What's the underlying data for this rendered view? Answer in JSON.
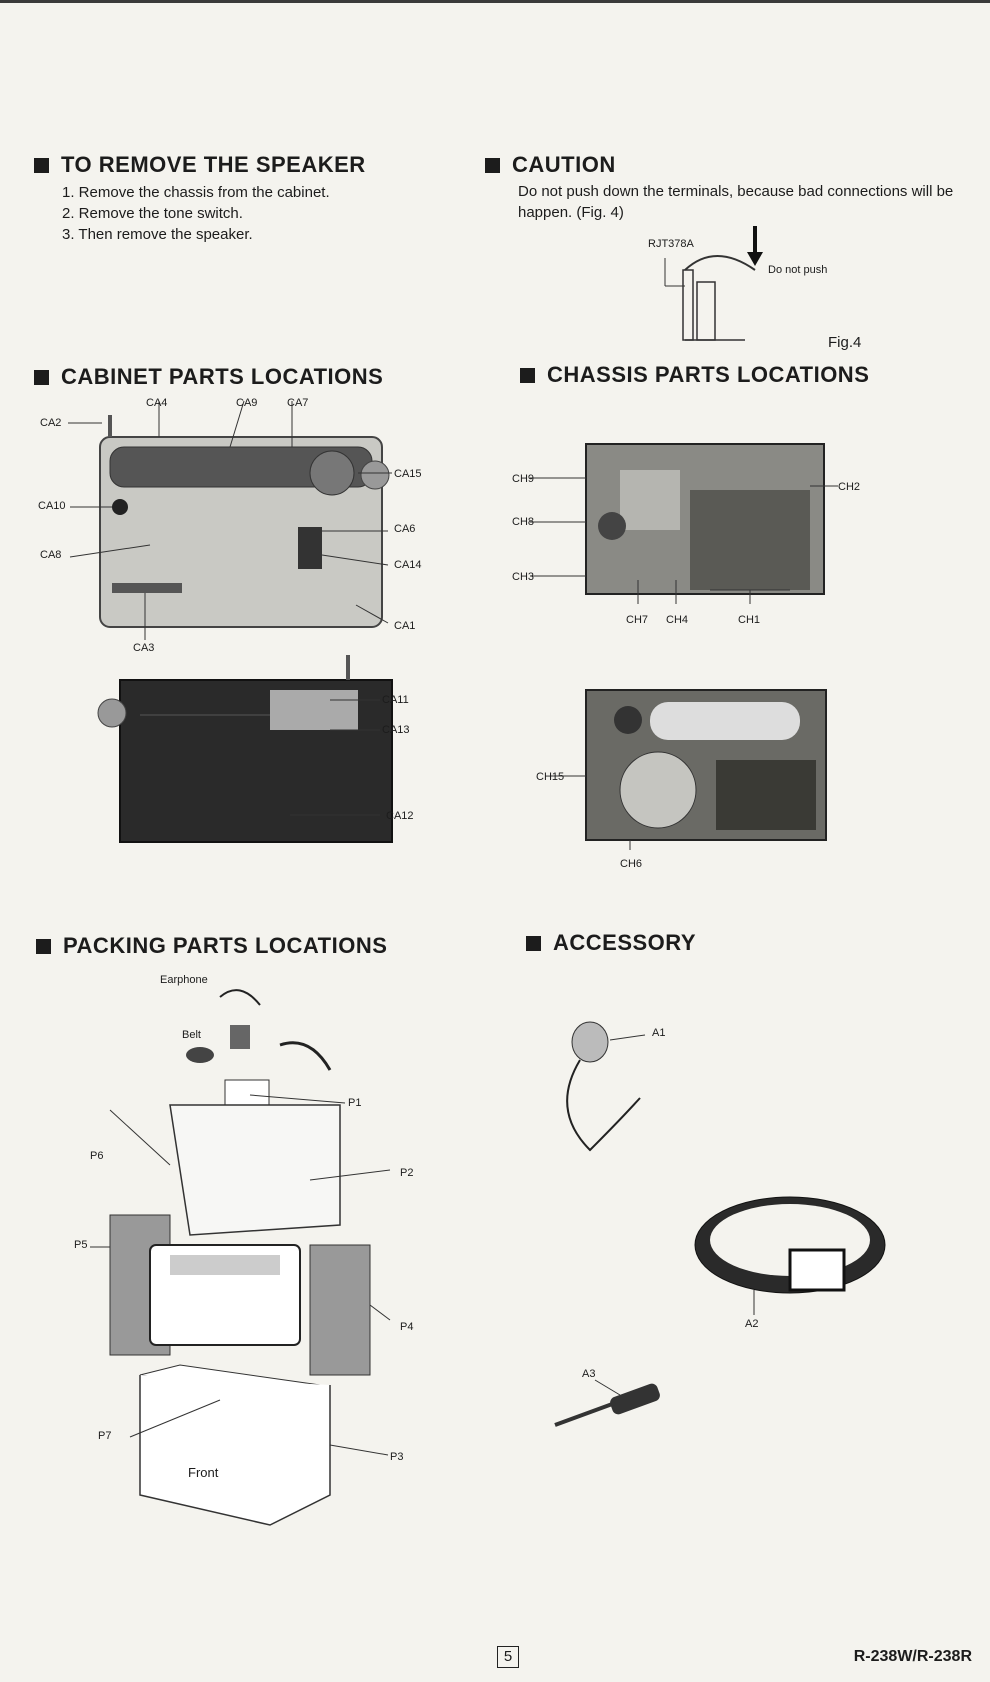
{
  "speaker": {
    "heading": "TO REMOVE THE SPEAKER",
    "steps": [
      "1. Remove the chassis from the cabinet.",
      "2. Remove the tone switch.",
      "3. Then remove the speaker."
    ]
  },
  "caution": {
    "heading": "CAUTION",
    "text": "Do not push down the terminals, because bad connections will be happen. (Fig. 4)",
    "part": "RJT378A",
    "note": "Do not push",
    "fig": "Fig.4"
  },
  "cabinet": {
    "heading": "CABINET PARTS LOCATIONS",
    "labels": [
      "CA2",
      "CA4",
      "CA9",
      "CA7",
      "CA15",
      "CA10",
      "CA6",
      "CA8",
      "CA14",
      "CA1",
      "CA3",
      "CA11",
      "CA13",
      "CA12"
    ]
  },
  "chassis": {
    "heading": "CHASSIS PARTS LOCATIONS",
    "labels": [
      "CH9",
      "CH2",
      "CH8",
      "CH3",
      "CH7",
      "CH4",
      "CH1",
      "CH15",
      "CH6"
    ]
  },
  "packing": {
    "heading": "PACKING PARTS LOCATIONS",
    "labels": [
      "Earphone",
      "Belt",
      "P1",
      "P2",
      "P6",
      "P5",
      "P4",
      "P7",
      "P3",
      "Front"
    ]
  },
  "accessory": {
    "heading": "ACCESSORY",
    "labels": [
      "A1",
      "A2",
      "A3"
    ]
  },
  "footer": {
    "page": "5",
    "model": "R-238W/R-238R"
  }
}
